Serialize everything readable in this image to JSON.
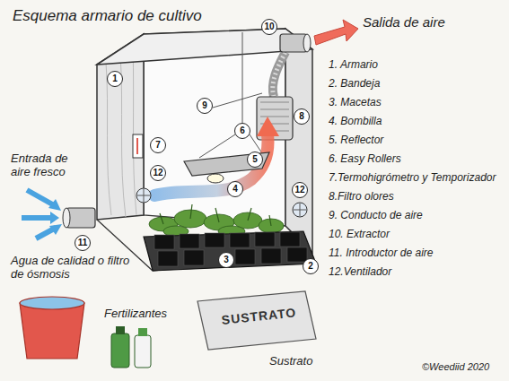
{
  "diagram": {
    "title": "Esquema armario de cultivo",
    "labels": [
      "Salida de aire",
      "1. Armario",
      "2. Bandeja",
      "3. Macetas",
      "4. Bombilla",
      "5. Reflector",
      "6. Easy Rollers",
      "7.Termohigrómetro y Temporizador",
      "8.Filtro olores",
      "9. Conducto de aire",
      "10. Extractor",
      "11. Introductor de aire",
      "12.Ventilador",
      "Entrada de aire fresco",
      "Agua de calidad o filtro de ósmosis",
      "Fertilizantes",
      "SUSTRATO",
      "Sustrato",
      "©Weediid 2020",
      "10",
      "1",
      "9",
      "6",
      "8",
      "7",
      "12",
      "5",
      "4",
      "12",
      "11",
      "3",
      "2"
    ]
  }
}
